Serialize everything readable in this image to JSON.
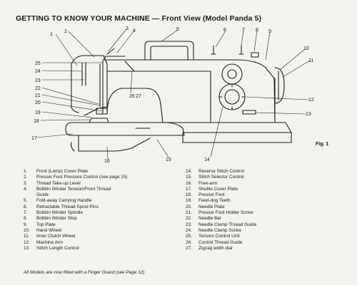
{
  "header": {
    "title": "GETTING TO KNOW YOUR MACHINE — Front View (Model Panda 5)"
  },
  "figure": {
    "label": "Fig. 1",
    "callouts": [
      "1",
      "2",
      "3",
      "4",
      "5",
      "6",
      "7",
      "8",
      "9",
      "10",
      "11",
      "12",
      "13",
      "14",
      "15",
      "16",
      "17",
      "18",
      "19",
      "20",
      "21",
      "22",
      "23",
      "24",
      "25",
      "26",
      "27"
    ]
  },
  "legend": {
    "left": [
      {
        "num": "1.",
        "text": "Front (Lamp) Cover Plate"
      },
      {
        "num": "2.",
        "text": "Presser Foot Pressure Control (see page 15)"
      },
      {
        "num": "3.",
        "text": "Thread Take-up Lever"
      },
      {
        "num": "4.",
        "text": "Bobbin Winder Tension/Front Thread"
      },
      {
        "num": "",
        "text": "Guide"
      },
      {
        "num": "5.",
        "text": "Fold-away Carrying Handle"
      },
      {
        "num": "6.",
        "text": "Retractable Thread Spool Pins"
      },
      {
        "num": "7.",
        "text": "Bobbin Winder Spindle"
      },
      {
        "num": "8.",
        "text": "Bobbin Winder Stop"
      },
      {
        "num": "9.",
        "text": "Top Plate"
      },
      {
        "num": "10.",
        "text": "Hand Wheel"
      },
      {
        "num": "11.",
        "text": "Inner Clutch Wheel"
      },
      {
        "num": "12.",
        "text": "Machine Arm"
      },
      {
        "num": "13.",
        "text": "Stitch Length Control"
      }
    ],
    "right": [
      {
        "num": "14.",
        "text": "Reverse Stitch Control"
      },
      {
        "num": "15.",
        "text": "Stitch Selector Control"
      },
      {
        "num": "16.",
        "text": "Free-arm"
      },
      {
        "num": "17.",
        "text": "Shuttle Cover Plate"
      },
      {
        "num": "18.",
        "text": "Presser Foot"
      },
      {
        "num": "19.",
        "text": "Feed-dog Teeth"
      },
      {
        "num": "20.",
        "text": "Needle Plate"
      },
      {
        "num": "21.",
        "text": "Presser Foot Holder Screw"
      },
      {
        "num": "22.",
        "text": "Needle Bar"
      },
      {
        "num": "23.",
        "text": "Needle Clamp Thread Guide"
      },
      {
        "num": "24.",
        "text": "Needle Clamp Screw"
      },
      {
        "num": "25.",
        "text": "Tension Control Unit"
      },
      {
        "num": "26.",
        "text": "Control Thread Guide"
      },
      {
        "num": "27.",
        "text": "Zigzag width dial"
      }
    ]
  },
  "footnote": "All Models are now fitted with a Finger Guard (see Page 12)"
}
